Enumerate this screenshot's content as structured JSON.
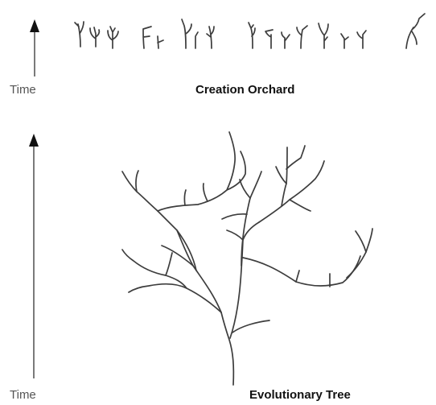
{
  "top_panel": {
    "axis_label": "Time",
    "title": "Creation Orchard"
  },
  "bottom_panel": {
    "axis_label": "Time",
    "title": "Evolutionary Tree"
  },
  "colors": {
    "line": "#3d3d3d",
    "arrow": "#111111",
    "axis_text": "#555555",
    "title_text": "#111111",
    "background": "#ffffff"
  }
}
